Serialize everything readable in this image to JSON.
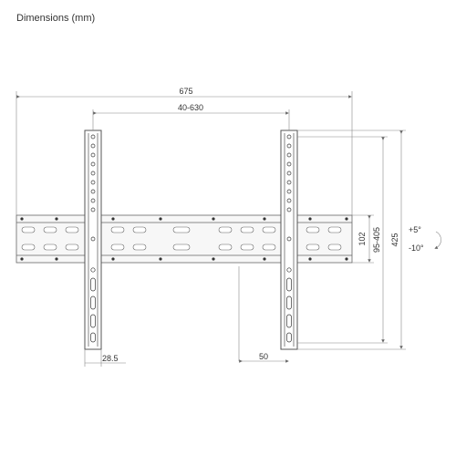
{
  "title": "Dimensions (mm)",
  "dimensions": {
    "overall_width": "675",
    "vesa_horizontal": "40-630",
    "overall_height": "425",
    "vesa_vertical": "95-405",
    "rail_height": "102",
    "arm_width": "28.5",
    "depth": "50"
  },
  "tilt": {
    "up": "+5°",
    "down": "-10°"
  }
}
